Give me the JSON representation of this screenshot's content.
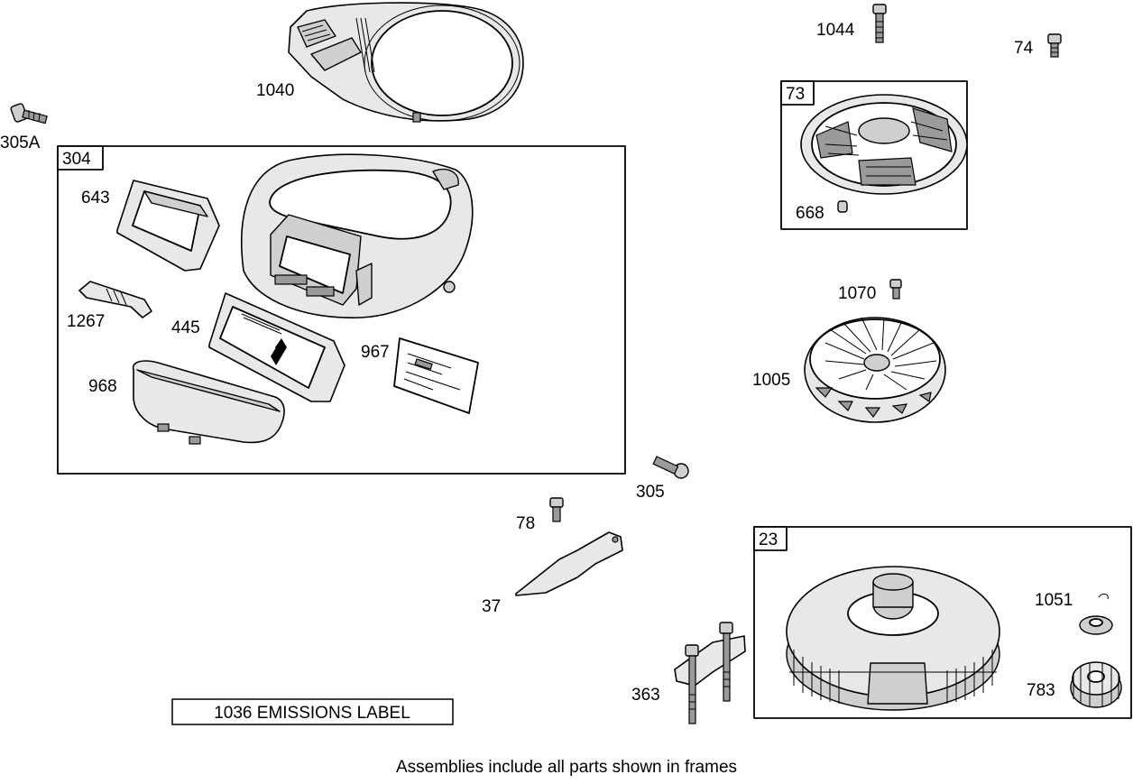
{
  "frames": [
    {
      "id": "frame-304",
      "number": "304"
    },
    {
      "id": "frame-73",
      "number": "73"
    },
    {
      "id": "frame-23",
      "number": "23"
    }
  ],
  "callouts": {
    "p1040": "1040",
    "p305A": "305A",
    "p643": "643",
    "p1267": "1267",
    "p445": "445",
    "p968": "968",
    "p967": "967",
    "p1044": "1044",
    "p74": "74",
    "p668": "668",
    "p1070": "1070",
    "p1005": "1005",
    "p305": "305",
    "p78": "78",
    "p37": "37",
    "p363": "363",
    "p1051": "1051",
    "p783": "783"
  },
  "emissions_label": "1036 EMISSIONS LABEL",
  "footer_note": "Assemblies include all parts shown in frames"
}
